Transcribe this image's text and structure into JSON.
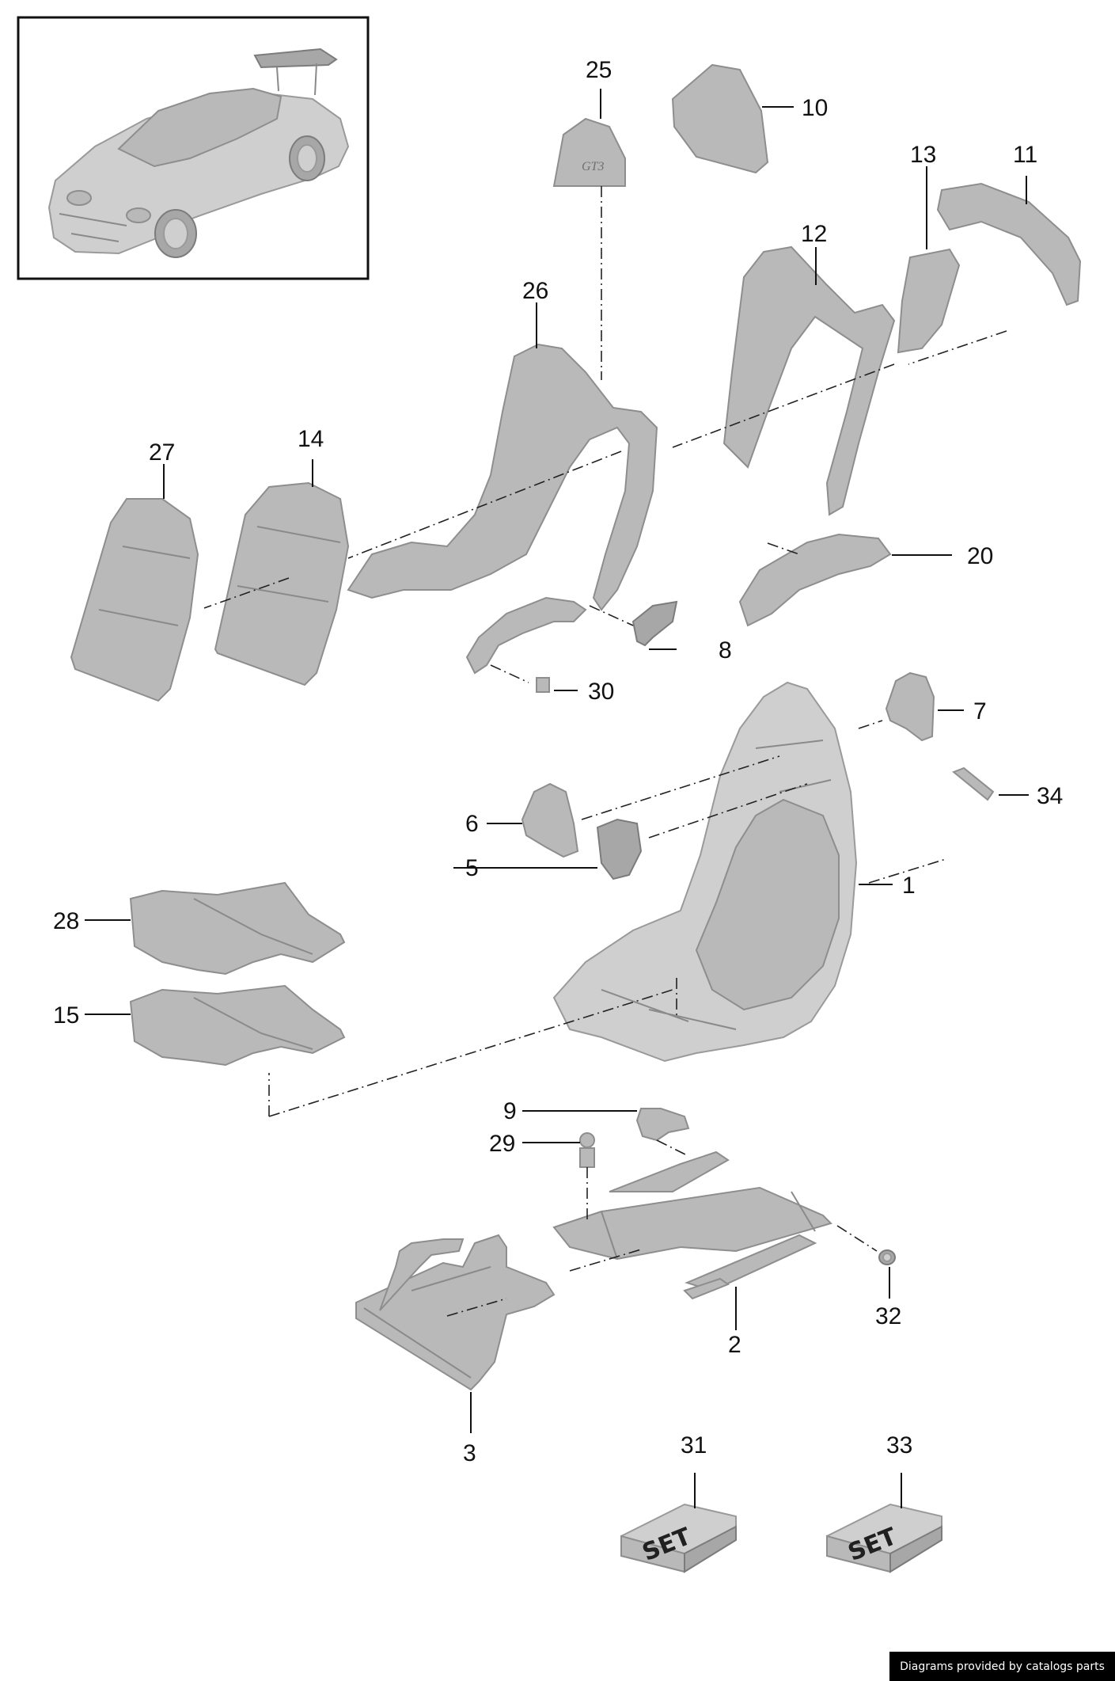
{
  "callouts": {
    "c1": "1",
    "c2": "2",
    "c3": "3",
    "c5": "5",
    "c6": "6",
    "c7": "7",
    "c8": "8",
    "c9": "9",
    "c10": "10",
    "c11": "11",
    "c12": "12",
    "c13": "13",
    "c14": "14",
    "c15": "15",
    "c20": "20",
    "c25": "25",
    "c26": "26",
    "c27": "27",
    "c28": "28",
    "c29": "29",
    "c30": "30",
    "c31": "31",
    "c32": "32",
    "c33": "33",
    "c34": "34"
  },
  "headrest_badge": "GT3",
  "set_label": "SET",
  "credit": "Diagrams provided by catalogs parts"
}
